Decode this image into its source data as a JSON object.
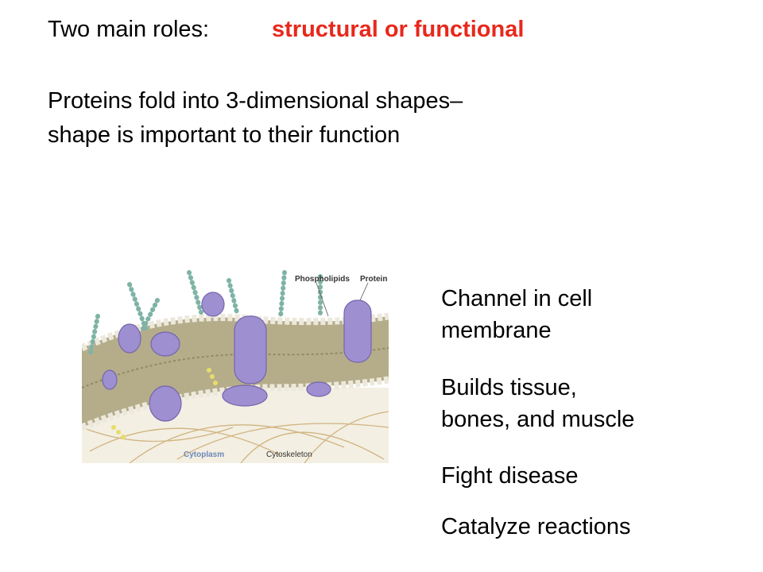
{
  "slide": {
    "roles_label": "Two main roles:",
    "roles_value": "structural or functional",
    "fold_line1": "Proteins fold into 3-dimensional shapes–",
    "fold_line2": "shape is important to their function",
    "list": [
      {
        "line1": "Channel in cell",
        "line2": "membrane"
      },
      {
        "line1": "Builds tissue,",
        "line2": "bones, and muscle"
      },
      {
        "line1": "Fight disease"
      },
      {
        "line1": "Catalyze reactions"
      }
    ],
    "figure": {
      "label_phospholipids": "Phospholipids",
      "label_protein": "Protein",
      "label_cytoplasm": "Cytoplasm",
      "label_cytoskeleton": "Cytoskeleton"
    }
  },
  "colors": {
    "accent": "#e8281c",
    "protein": "#9d8fd0",
    "chain": "#7fb3a6",
    "membrane": "#b5ad8a"
  }
}
